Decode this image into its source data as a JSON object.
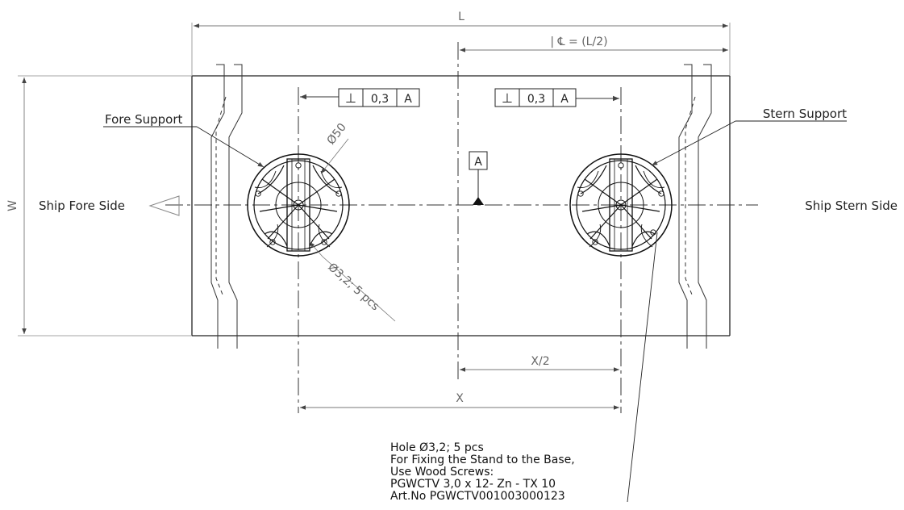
{
  "dimensions": {
    "length": "L",
    "width": "W",
    "centerline": "| ℄ = (L/2)",
    "half_spacing": "X/2",
    "spacing": "X",
    "support_diameter": "Ø50",
    "hole_callout": "Ø3,2; 5 pcs"
  },
  "labels": {
    "fore_support": "Fore Support",
    "stern_support": "Stern Support",
    "fore_side": "Ship Fore Side",
    "stern_side": "Ship Stern Side",
    "datum": "A"
  },
  "tolerance_frames": [
    {
      "symbol": "⊥",
      "value": "0,3",
      "datum": "A"
    },
    {
      "symbol": "⊥",
      "value": "0,3",
      "datum": "A"
    }
  ],
  "note_lines": [
    "Hole Ø3,2; 5 pcs",
    "For Fixing the Stand to the Base,",
    "Use Wood Screws:",
    "PGWCTV 3,0 x 12- Zn - TX 10",
    "Art.No PGWCTV001003000123"
  ],
  "colors": {
    "line": "#222222",
    "dimension": "#777777"
  }
}
